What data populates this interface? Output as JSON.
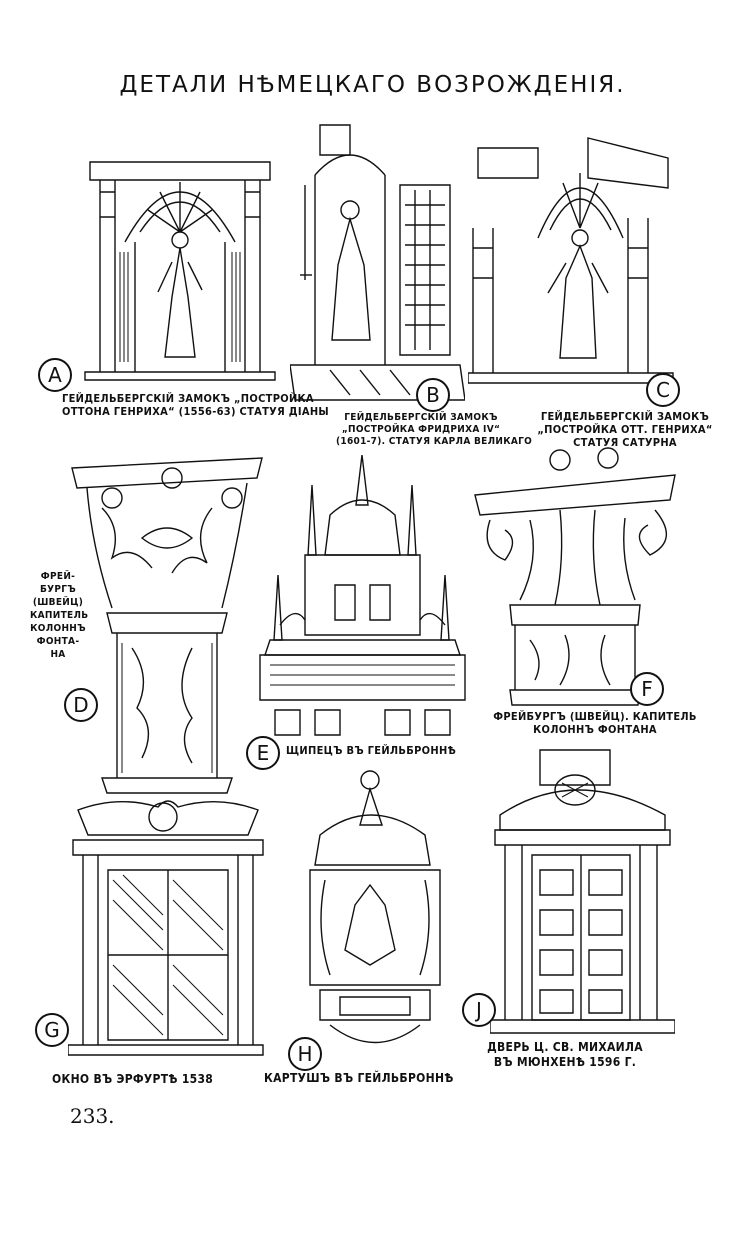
{
  "title": "ДЕТАЛИ НѢМЕЦКАГО ВОЗРОЖДЕНІЯ.",
  "page_number": "233.",
  "plates": [
    {
      "letter": "A",
      "caption_lines": [
        "ГЕЙДЕЛЬБЕРГСКІЙ ЗАМОКЪ „ПОСТРОЙКА",
        "ОТТОНА ГЕНРИХА“ (1556-63) СТАТУЯ ДІАНЫ"
      ],
      "subject": "statue-niche"
    },
    {
      "letter": "B",
      "caption_lines": [
        "ГЕЙДЕЛЬБЕРГСКІЙ ЗАМОКЪ",
        "„ПОСТРОЙКА ФРИДРИХА IV“",
        "(1601-7). СТАТУЯ КАРЛА ВЕЛИКАГО"
      ],
      "subject": "statue-niche"
    },
    {
      "letter": "C",
      "caption_lines": [
        "ГЕЙДЕЛЬБЕРГСКІЙ ЗАМОКЪ",
        "„ПОСТРОЙКА ОТТ. ГЕНРИХА“",
        "СТАТУЯ САТУРНА"
      ],
      "subject": "statue-niche"
    },
    {
      "letter": "D",
      "caption_lines": [
        "ФРЕЙ-",
        "БУРГЪ",
        "(ШВЕЙЦ)",
        "КАПИТЕЛЬ",
        "КОЛОННЪ",
        "ФОНТА-",
        "НА"
      ],
      "subject": "column-capital"
    },
    {
      "letter": "E",
      "caption_lines": [
        "ЩИПЕЦЪ ВЪ ГЕЙЛЬБРОННѢ"
      ],
      "subject": "gable"
    },
    {
      "letter": "F",
      "caption_lines": [
        "ФРЕЙБУРГЪ (ШВЕЙЦ). КАПИТЕЛЬ",
        "КОЛОННЪ ФОНТАНА"
      ],
      "subject": "column-capital"
    },
    {
      "letter": "G",
      "caption_lines": [
        "ОКНО ВЪ ЭРФУРТѢ 1538"
      ],
      "subject": "window"
    },
    {
      "letter": "H",
      "caption_lines": [
        "КАРТУШЪ ВЪ ГЕЙЛЬБРОННѢ"
      ],
      "subject": "cartouche"
    },
    {
      "letter": "J",
      "caption_lines": [
        "ДВЕРЬ Ц. СВ. МИХАИЛА",
        "ВЪ МЮНХЕНѢ 1596 Г."
      ],
      "subject": "door"
    }
  ]
}
